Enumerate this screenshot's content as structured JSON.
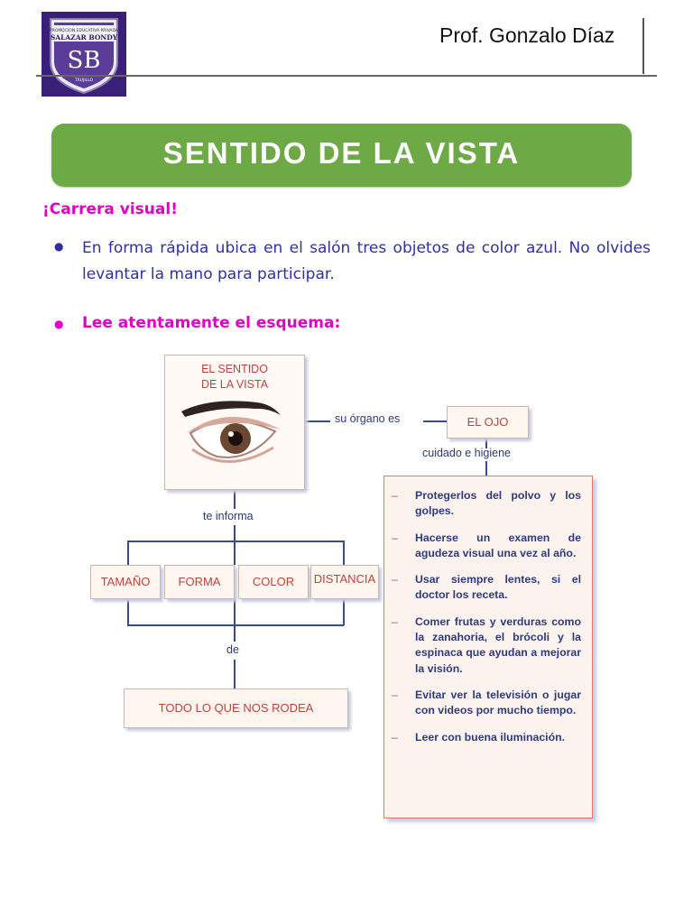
{
  "header": {
    "teacher": "Prof. Gonzalo Díaz",
    "logo": {
      "top_text": "PROMOCION EDUCATIVA PRIVADA",
      "school": "SALAZAR BONDY",
      "initials": "SB",
      "bottom_text": "TRUJILLO"
    }
  },
  "banner": {
    "title": "SENTIDO DE LA VISTA"
  },
  "section": {
    "title": "¡Carrera visual!",
    "bullet1": "En forma rápida ubica en el salón tres objetos de color azul. No olvides levantar la mano para participar.",
    "bullet2": "Lee atentamente el esquema:"
  },
  "diagram": {
    "main_title_line1": "EL SENTIDO",
    "main_title_line2": "DE LA VISTA",
    "organ_connector": "su órgano es",
    "organ": "EL OJO",
    "care_connector": "cuidado e higiene",
    "informs_connector": "te informa",
    "categories": [
      "TAMAÑO",
      "FORMA",
      "COLOR",
      "DISTANCIA"
    ],
    "of_connector": "de",
    "everything": "TODO LO QUE NOS RODEA",
    "care_items": [
      "Protegerlos del polvo y los golpes.",
      "Hacerse un examen de agudeza visual una vez al año.",
      "Usar siempre lentes, si el doctor los receta.",
      "Comer frutas y verduras como la zanahoria, el brócoli y la espinaca que ayudan a mejorar la visión.",
      "Evitar ver la televisión o jugar con videos por mucho tiempo.",
      "Leer con buena iluminación."
    ]
  },
  "colors": {
    "banner": "#6daa45",
    "accent_magenta": "#e000c6",
    "text_blue": "#2f2fa8",
    "box_red_text": "#c0403c"
  }
}
